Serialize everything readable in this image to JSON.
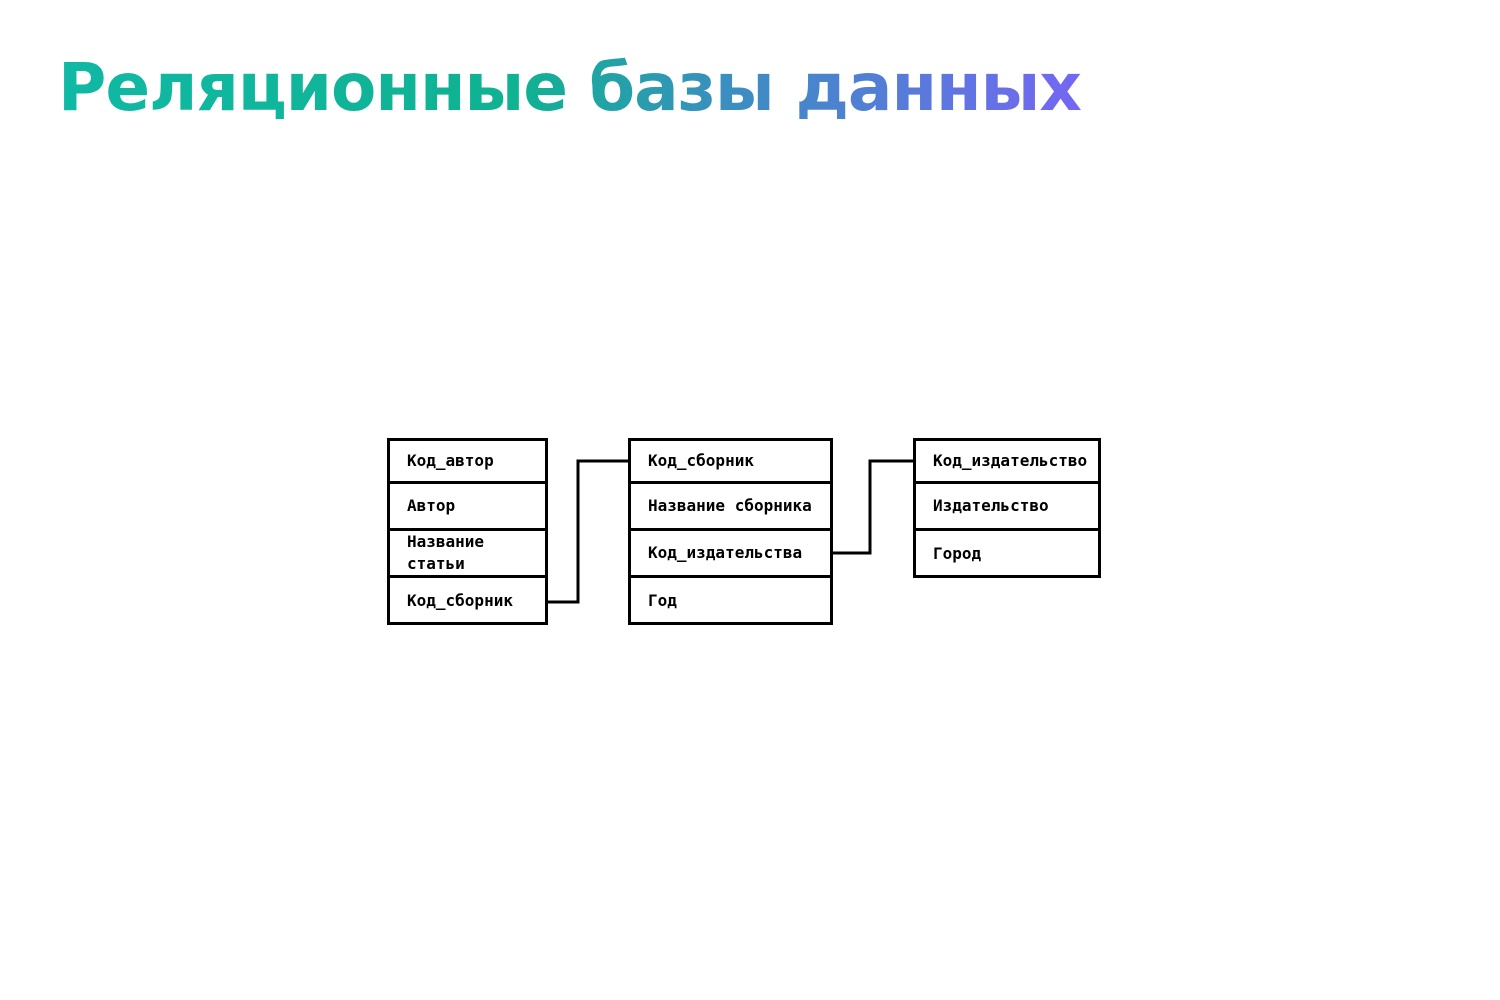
{
  "slide": {
    "title": "Реляционные базы данных"
  },
  "diagram": {
    "tables": [
      {
        "fields": [
          "Код_автор",
          "Автор",
          "Название\nстатьи",
          "Код_сборник"
        ]
      },
      {
        "fields": [
          "Код_сборник",
          "Название сборника",
          "Код_издательства",
          "Год"
        ]
      },
      {
        "fields": [
          "Код_издательство",
          "Издательство",
          "Город"
        ]
      }
    ],
    "relations": [
      {
        "from_table": 0,
        "from_field": 3,
        "to_table": 1,
        "to_field": 0
      },
      {
        "from_table": 1,
        "from_field": 2,
        "to_table": 2,
        "to_field": 0
      }
    ],
    "line_color": "#000000",
    "title_gradient": [
      "#10b9a5",
      "#0fb291",
      "#3a8fc0",
      "#7467f2"
    ]
  }
}
